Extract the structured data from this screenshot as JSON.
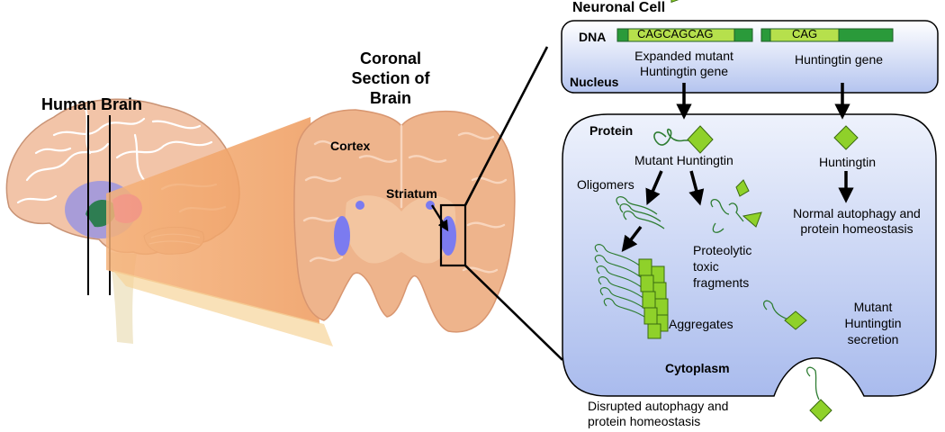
{
  "labels": {
    "human_brain": "Human Brain",
    "coronal_1": "Coronal",
    "coronal_2": "Section of",
    "coronal_3": "Brain",
    "cortex": "Cortex",
    "striatum": "Striatum",
    "neuronal_cell": "Neuronal Cell",
    "dna": "DNA",
    "nucleus": "Nucleus",
    "mutant_seq": "CAGCAGCAG",
    "normal_seq": "CAG",
    "mutant_gene_1": "Expanded mutant",
    "mutant_gene_2": "Huntingtin gene",
    "normal_gene": "Huntingtin gene",
    "protein": "Protein",
    "mutant_huntingtin": "Mutant Huntingtin",
    "huntingtin": "Huntingtin",
    "oligomers": "Oligomers",
    "proteolytic_1": "Proteolytic",
    "proteolytic_2": "toxic",
    "proteolytic_3": "fragments",
    "normal_autophagy_1": "Normal autophagy and",
    "normal_autophagy_2": "protein homeostasis",
    "aggregates": "Aggregates",
    "secretion_1": "Mutant",
    "secretion_2": "Huntingtin",
    "secretion_3": "secretion",
    "cytoplasm": "Cytoplasm",
    "disrupted_1": "Disrupted autophagy and",
    "disrupted_2": "protein homeostasis"
  },
  "colors": {
    "brain_fill": "#f2c4a8",
    "brain_outline": "#ffffff",
    "coronal_fill": "#eeb48c",
    "fan": "#f0a46a",
    "striatum_blue": "#7b7bf0",
    "cell_fill_top": "#ffffff",
    "cell_fill_bottom": "#aebfee",
    "protein_green": "#8fd12a",
    "strand_green": "#2e7d32",
    "dna_dark": "#2a9a3a",
    "dna_light": "#b6e04c"
  }
}
